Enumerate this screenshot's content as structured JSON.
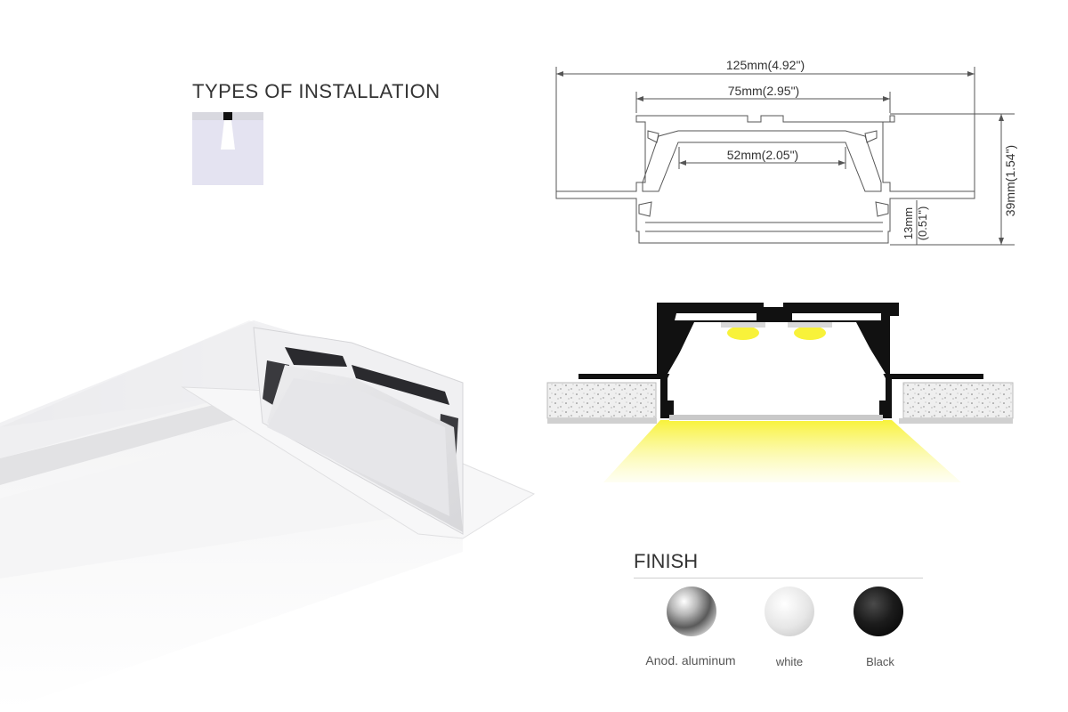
{
  "installation": {
    "title": "TYPES OF INSTALLATION",
    "icon": "recessed-install-icon"
  },
  "dimensions": {
    "overall_width": "125mm(4.92\")",
    "flange_width": "75mm(2.95\")",
    "inner_width": "52mm(2.05\")",
    "height": "39mm(1.54\")",
    "lip_height_mm": "13mm",
    "lip_height_in": "(0.51\")"
  },
  "finish": {
    "title": "FINISH",
    "options": [
      {
        "label": "Anod. aluminum",
        "color": "#9a9a9a"
      },
      {
        "label": "white",
        "color": "#e8e8e8"
      },
      {
        "label": "Black",
        "color": "#1a1a1a"
      }
    ]
  },
  "colors": {
    "light": "#fbf55a",
    "ceiling": "#e9e9e9",
    "profile": "#111111"
  }
}
